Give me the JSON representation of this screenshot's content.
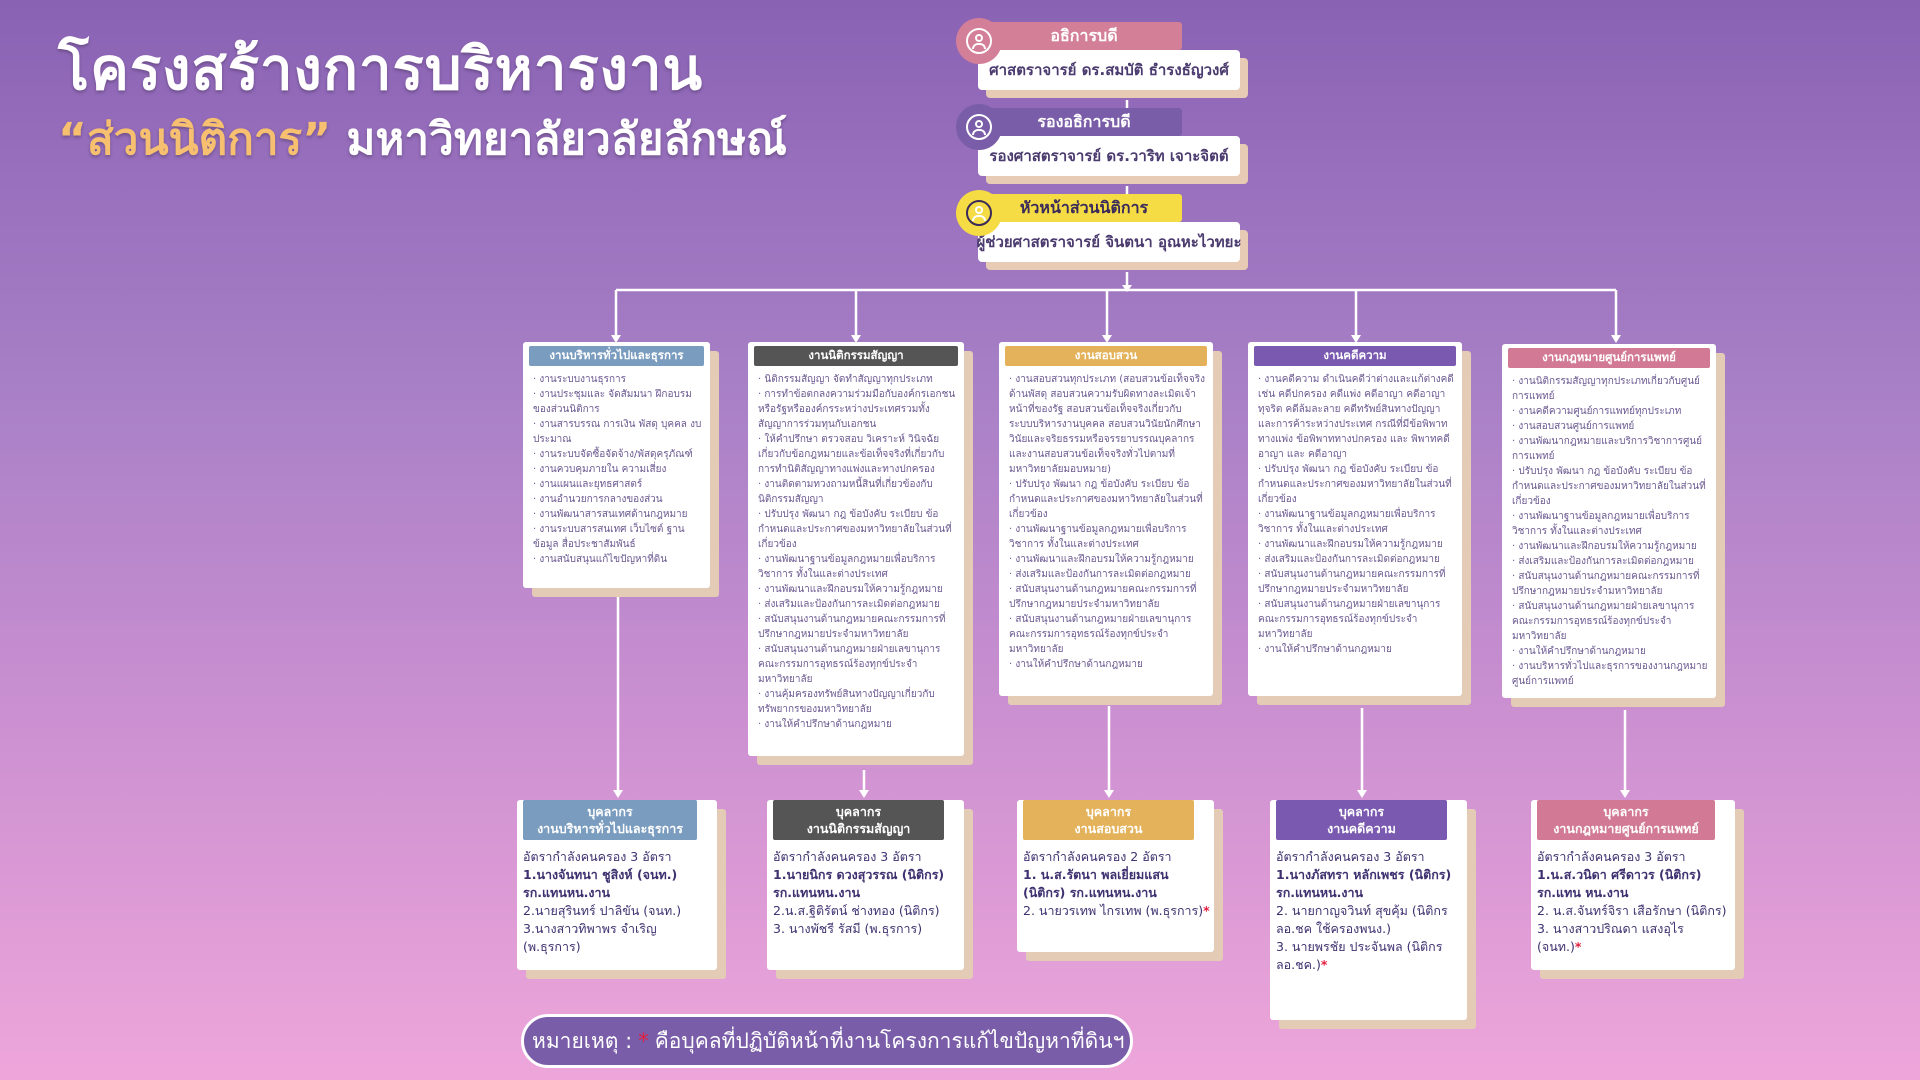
{
  "title": {
    "line1": "โครงสร้างการบริหารงาน",
    "highlight": "“ส่วนนิติการ”",
    "line2_rest": " มหาวิทยาลัยวลัยลักษณ์"
  },
  "colors": {
    "pink": "#d37f97",
    "purple": "#7a5da8",
    "yellow": "#f5dc45",
    "blue": "#7a9cbf",
    "dark": "#555555",
    "gold": "#e3b25a",
    "violet": "#7a5ab0",
    "rose": "#d27a95",
    "star": "#e02040"
  },
  "executives": [
    {
      "role": "อธิการบดี",
      "name": "ศาสตราจารย์ ดร.สมบัติ ธำรงธัญวงศ์",
      "icon": "user-icon"
    },
    {
      "role": "รองอธิการบดี",
      "name": "รองศาสตราจารย์ ดร.วาริท เจาะจิตต์",
      "icon": "user-icon"
    },
    {
      "role": "หัวหน้าส่วนนิติการ",
      "name": "ผู้ช่วยศาสตราจารย์ จินตนา อุณหะไวทยะ",
      "icon": "user-icon"
    }
  ],
  "sections": [
    {
      "title": "งานบริหารทั่วไปและธุรการ",
      "items": [
        "งานระบบงานธุรการ",
        "งานประชุมและ จัดสัมมนา ฝึกอบรมของส่วนนิติการ",
        "งานสารบรรณ การเงิน พัสดุ บุคคล งบประมาณ",
        "งานระบบจัดซื้อจัดจ้าง/พัสดุครุภัณฑ์",
        "งานควบคุมภายใน ความเสี่ยง",
        "งานแผนและยุทธศาสตร์",
        "งานอำนวยการกลางของส่วน",
        "งานพัฒนาสารสนเทศด้านกฎหมาย",
        "งานระบบสารสนเทศ เว็บไซต์ ฐานข้อมูล สื่อประชาสัมพันธ์",
        "งานสนับสนุนแก้ไขปัญหาที่ดิน"
      ]
    },
    {
      "title": "งานนิติกรรมสัญญา",
      "items": [
        "นิติกรรมสัญญา จัดทำสัญญาทุกประเภท",
        "การทำข้อตกลงความร่วมมือกับองค์กรเอกชนหรือรัฐหรือองค์กรระหว่างประเทศรวมทั้งสัญญาการร่วมทุนกับเอกชน",
        "ให้คำปรึกษา ตรวจสอบ วิเคราะห์ วินิจฉัย เกี่ยวกับข้อกฎหมายและข้อเท็จจริงที่เกี่ยวกับการทำนิติสัญญาทางแพ่งและทางปกครอง",
        "งานติดตามทวงถามหนี้สินที่เกี่ยวข้องกับนิติกรรมสัญญา",
        "ปรับปรุง พัฒนา กฎ ข้อบังคับ ระเบียบ ข้อกำหนดและประกาศของมหาวิทยาลัยในส่วนที่เกี่ยวข้อง",
        "งานพัฒนาฐานข้อมูลกฎหมายเพื่อบริการวิชาการ ทั้งในและต่างประเทศ",
        "งานพัฒนาและฝึกอบรมให้ความรู้กฎหมาย",
        "ส่งเสริมและป้องกันการละเมิดต่อกฎหมาย",
        "สนับสนุนงานด้านกฎหมายคณะกรรมการที่ปรึกษากฎหมายประจำมหาวิทยาลัย",
        "สนับสนุนงานด้านกฎหมายฝ่ายเลขานุการคณะกรรมการอุทธรณ์ร้องทุกข์ประจำมหาวิทยาลัย",
        "งานคุ้มครองทรัพย์สินทางปัญญาเกี่ยวกับทรัพยากรของมหาวิทยาลัย",
        "งานให้คำปรึกษาด้านกฎหมาย"
      ]
    },
    {
      "title": "งานสอบสวน",
      "items": [
        "งานสอบสวนทุกประเภท (สอบสวนข้อเท็จจริงด้านพัสดุ สอบสวนความรับผิดทางละเมิดเจ้าหน้าที่ของรัฐ สอบสวนข้อเท็จจริงเกี่ยวกับระบบบริหารงานบุคคล สอบสวนวินัยนักศึกษา วินัยและจริยธรรมหรือจรรยาบรรณบุคลากร และงานสอบสวนข้อเท็จจริงทั่วไปตามที่มหาวิทยาลัยมอบหมาย)",
        "ปรับปรุง พัฒนา กฎ ข้อบังคับ ระเบียบ ข้อกำหนดและประกาศของมหาวิทยาลัยในส่วนที่เกี่ยวข้อง",
        "งานพัฒนาฐานข้อมูลกฎหมายเพื่อบริการวิชาการ ทั้งในและต่างประเทศ",
        "งานพัฒนาและฝึกอบรมให้ความรู้กฎหมาย",
        "ส่งเสริมและป้องกันการละเมิดต่อกฎหมาย",
        "สนับสนุนงานด้านกฎหมายคณะกรรมการที่ปรึกษากฎหมายประจำมหาวิทยาลัย",
        "สนับสนุนงานด้านกฎหมายฝ่ายเลขานุการคณะกรรมการอุทธรณ์ร้องทุกข์ประจำมหาวิทยาลัย",
        "งานให้คำปรึกษาด้านกฎหมาย"
      ]
    },
    {
      "title": "งานคดีความ",
      "items": [
        "งานคดีความ ดำเนินคดีว่าต่างและแก้ต่างคดี เช่น คดีปกครอง คดีแพ่ง คดีอาญา คดีอาญาทุจริต คดีล้มละลาย คดีทรัพย์สินทางปัญญาและการค้าระหว่างประเทศ กรณีที่มีข้อพิพาททางแพ่ง ข้อพิพาททางปกครอง และ พิพาทคดีอาญา และ คดีอาญา",
        "ปรับปรุง พัฒนา กฎ ข้อบังคับ ระเบียบ ข้อกำหนดและประกาศของมหาวิทยาลัยในส่วนที่เกี่ยวข้อง",
        "งานพัฒนาฐานข้อมูลกฎหมายเพื่อบริการวิชาการ ทั้งในและต่างประเทศ",
        "งานพัฒนาและฝึกอบรมให้ความรู้กฎหมาย",
        "ส่งเสริมและป้องกันการละเมิดต่อกฎหมาย",
        "สนับสนุนงานด้านกฎหมายคณะกรรมการที่ปรึกษากฎหมายประจำมหาวิทยาลัย",
        "สนับสนุนงานด้านกฎหมายฝ่ายเลขานุการคณะกรรมการอุทธรณ์ร้องทุกข์ประจำมหาวิทยาลัย",
        "งานให้คำปรึกษาด้านกฎหมาย"
      ]
    },
    {
      "title": "งานกฎหมายศูนย์การแพทย์",
      "items": [
        "งานนิติกรรมสัญญาทุกประเภทเกี่ยวกับศูนย์การแพทย์",
        "งานคดีความศูนย์การแพทย์ทุกประเภท",
        "งานสอบสวนศูนย์การแพทย์",
        "งานพัฒนากฎหมายและบริการวิชาการศูนย์การแพทย์",
        "ปรับปรุง พัฒนา กฎ ข้อบังคับ ระเบียบ ข้อกำหนดและประกาศของมหาวิทยาลัยในส่วนที่เกี่ยวข้อง",
        "งานพัฒนาฐานข้อมูลกฎหมายเพื่อบริการวิชาการ ทั้งในและต่างประเทศ",
        "งานพัฒนาและฝึกอบรมให้ความรู้กฎหมาย",
        "ส่งเสริมและป้องกันการละเมิดต่อกฎหมาย",
        "สนับสนุนงานด้านกฎหมายคณะกรรมการที่ปรึกษากฎหมายประจำมหาวิทยาลัย",
        "สนับสนุนงานด้านกฎหมายฝ่ายเลขานุการคณะกรรมการอุทธรณ์ร้องทุกข์ประจำมหาวิทยาลัย",
        "งานให้คำปรึกษาด้านกฎหมาย",
        "งานบริหารทั่วไปและธุรการของงานกฎหมายศูนย์การแพทย์"
      ]
    }
  ],
  "personnel": [
    {
      "h1": "บุคลากร",
      "h2": "งานบริหารทั่วไปและธุรการ",
      "lines": [
        {
          "t": "อัตรากำลังคนครอง 3 อัตรา",
          "b": false
        },
        {
          "t": "1.นางจันทนา ชูสิงห์ (จนท.) รก.แทนหน.งาน",
          "b": true
        },
        {
          "t": "2.นายสุรินทร์ ปาลิขัน (จนท.)",
          "b": false
        },
        {
          "t": "3.นางสาวทิพาพร จำเริญ (พ.ธุรการ)",
          "b": false
        }
      ]
    },
    {
      "h1": "บุคลากร",
      "h2": "งานนิติกรรมสัญญา",
      "lines": [
        {
          "t": "อัตรากำลังคนครอง 3 อัตรา",
          "b": false
        },
        {
          "t": "1.นายนิกร ดวงสุวรรณ (นิติกร) รก.แทนหน.งาน",
          "b": true
        },
        {
          "t": "2.น.ส.ฐิติรัตน์ ช่างทอง (นิติกร)",
          "b": false
        },
        {
          "t": "3. นางพัชรี รัสมี (พ.ธุรการ)",
          "b": false
        }
      ]
    },
    {
      "h1": "บุคลากร",
      "h2": "งานสอบสวน",
      "lines": [
        {
          "t": "อัตรากำลังคนครอง 2 อัตรา",
          "b": false
        },
        {
          "t": "1. น.ส.รัตนา พลเยี่ยมแสน (นิติกร) รก.แทนหน.งาน",
          "b": true
        },
        {
          "t": "2. นายวรเทพ ไกรเทพ (พ.ธุรการ)",
          "b": false,
          "star": "*"
        }
      ]
    },
    {
      "h1": "บุคลากร",
      "h2": "งานคดีความ",
      "lines": [
        {
          "t": "อัตรากำลังคนครอง 3 อัตรา",
          "b": false
        },
        {
          "t": "1.นางภัสทรา หลักเพชร (นิติกร) รก.แทนหน.งาน",
          "b": true
        },
        {
          "t": "2. นายกาญจวินท์ สุขคุ้ม (นิติกร ลอ.ชค ใช้ครองพนง.)",
          "b": false
        },
        {
          "t": "3. นายพรชัย ประจันพล (นิติกร ลอ.ชค.)",
          "b": false,
          "star": "*"
        }
      ]
    },
    {
      "h1": "บุคลากร",
      "h2": "งานกฎหมายศูนย์การแพทย์",
      "lines": [
        {
          "t": "อัตรากำลังคนครอง 3 อัตรา",
          "b": false
        },
        {
          "t": "1.น.ส.วนิดา ศรีดาวร (นิติกร) รก.แทน หน.งาน",
          "b": true
        },
        {
          "t": "2. น.ส.จันทร์จิรา เสือรักษา (นิติกร)",
          "b": false
        },
        {
          "t": "3. นางสาวปริณดา แสงอุไร (จนท.)",
          "b": false,
          "star": "*"
        }
      ]
    }
  ],
  "note": {
    "label": "หมายเหตุ :",
    "star": "*",
    "text": "คือบุคลที่ปฏิบัติหน้าที่งานโครงการแก้ไขปัญหาที่ดินฯ"
  }
}
